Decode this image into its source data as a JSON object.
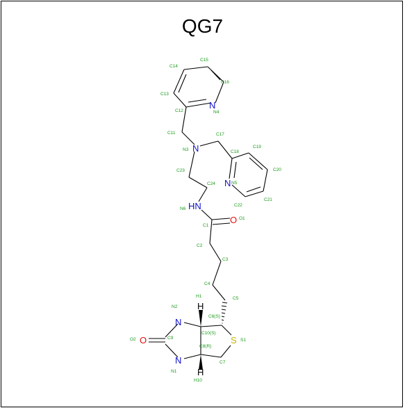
{
  "title": "QG7",
  "colors": {
    "bond": "#000000",
    "nitrogen": "#1010c8",
    "oxygen": "#e01010",
    "sulfur": "#c8b400",
    "label": "#1a9a1a"
  },
  "atom_symbols": {
    "n4": "N",
    "n3": "N",
    "n5": "N",
    "n6": "HN",
    "o1": "O",
    "n2": "N",
    "n1": "N",
    "o2": "O",
    "s1": "S",
    "h1": "H",
    "h10": "H"
  },
  "atom_labels": {
    "c15": "C15",
    "c14": "C14",
    "c16": "C16",
    "c13": "C13",
    "c12": "C12",
    "n4": "N4",
    "c11": "C11",
    "c17": "C17",
    "n3": "N3",
    "c18": "C18",
    "c19": "C19",
    "c23": "C23",
    "c20": "C20",
    "c24": "C24",
    "n5": "N5",
    "c21": "C21",
    "c22": "C22",
    "n6": "N6",
    "o1": "O1",
    "c1": "C1",
    "c2": "C2",
    "c3": "C3",
    "c4": "C4",
    "c5": "C5",
    "h1": "H1",
    "n2": "N2",
    "c6": "C6(S)",
    "c10": "C10(S)",
    "o2": "O2",
    "c9": "C9",
    "s1": "S1",
    "c8": "C8(R)",
    "n1": "N1",
    "c7": "C7",
    "h10": "H10"
  }
}
